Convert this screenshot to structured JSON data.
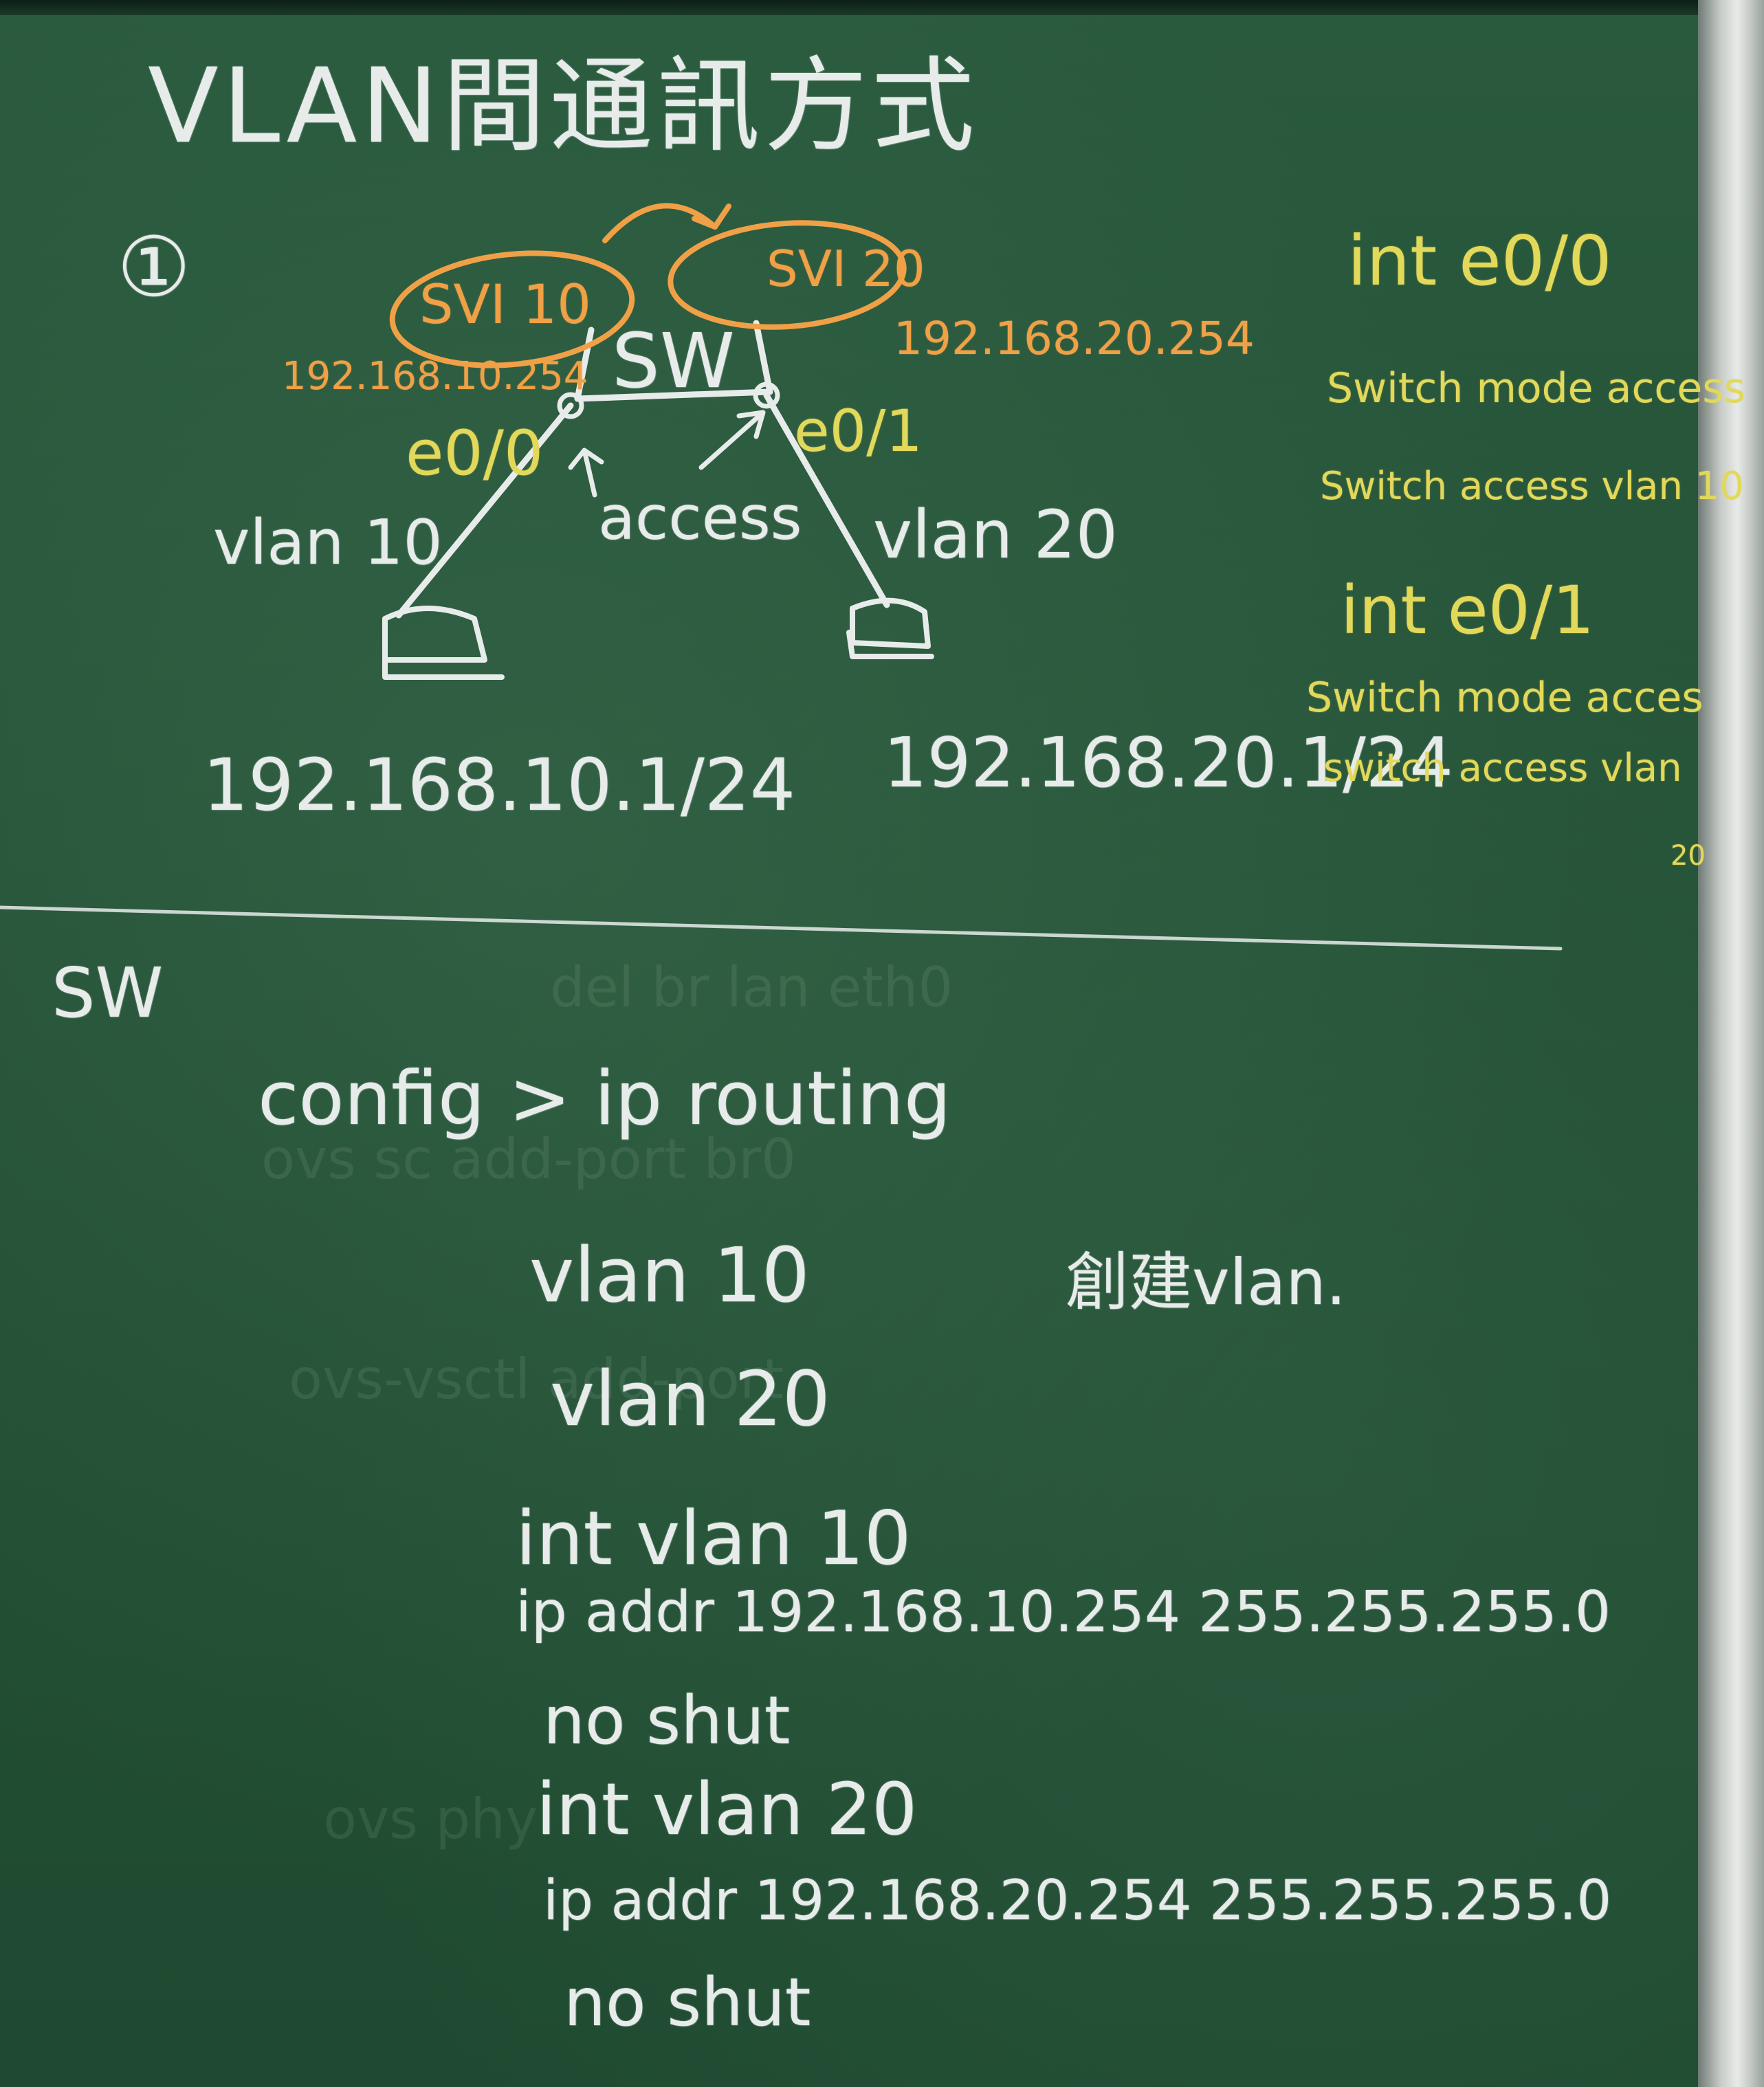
{
  "title": "VLAN間通訊方式",
  "section_number": "①",
  "diagram": {
    "svi_left": "SVI 10",
    "svi_right": "SVI 20",
    "switch": "SW",
    "ip_left": "192.168.10.254",
    "ip_right": "192.168.20.254",
    "port_left": "e0/0",
    "port_right": "e0/1",
    "access_label": "access",
    "vlan_left": "vlan 10",
    "vlan_right": "vlan 20",
    "host_ip_left": "192.168.10.1/24",
    "host_ip_right": "192.168.20.1/24"
  },
  "right_config": [
    "int  e0/0",
    "Switch mode access",
    "Switch access vlan 10",
    "int  e0/1",
    "Switch mode acces",
    "switch  access vlan",
    "20"
  ],
  "sw_label": "SW",
  "commands": [
    "config >  ip   routing",
    "vlan   10",
    "創建vlan.",
    "vlan   20",
    "int   vlan   10",
    "ip addr   192.168.10.254   255.255.255.0",
    "no   shut",
    "int   vlan   20",
    "ip   addr   192.168.20.254   255.255.255.0",
    "no   shut"
  ]
}
